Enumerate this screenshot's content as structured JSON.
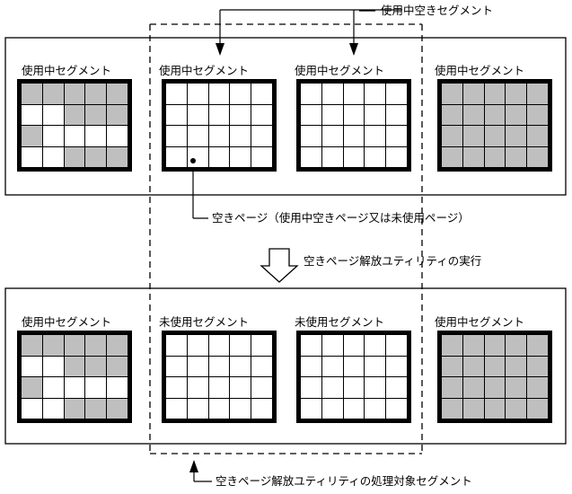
{
  "diagram": {
    "title_top_annotation": "使用中空きセグメント",
    "free_page_annotation": "空きページ（使用中空きページ又は未使用ページ）",
    "utility_run_annotation": "空きページ解放ユティリティの実行",
    "target_segment_annotation": "空きページ解放ユティリティの処理対象セグメント",
    "labels": {
      "in_use_segment": "使用中セグメント",
      "unused_segment": "未使用セグメント"
    },
    "colors": {
      "used_page": "#bfbfbf",
      "free_page": "#ffffff",
      "line": "#000000",
      "background": "#ffffff"
    },
    "grid": {
      "columns": 5,
      "rows": 4
    },
    "before": {
      "segments": [
        {
          "label": "使用中セグメント",
          "state": "in-use",
          "pages": [
            [
              "used",
              "used",
              "used",
              "used",
              "used"
            ],
            [
              "free",
              "free",
              "used",
              "used",
              "used"
            ],
            [
              "used",
              "free",
              "free",
              "free",
              "free"
            ],
            [
              "free",
              "free",
              "used",
              "used",
              "used"
            ]
          ]
        },
        {
          "label": "使用中セグメント",
          "state": "in-use-empty",
          "pages": [
            [
              "free",
              "free",
              "free",
              "free",
              "free"
            ],
            [
              "free",
              "free",
              "free",
              "free",
              "free"
            ],
            [
              "free",
              "free",
              "free",
              "free",
              "free"
            ],
            [
              "free",
              "free",
              "free",
              "free",
              "free"
            ]
          ]
        },
        {
          "label": "使用中セグメント",
          "state": "in-use-empty",
          "pages": [
            [
              "free",
              "free",
              "free",
              "free",
              "free"
            ],
            [
              "free",
              "free",
              "free",
              "free",
              "free"
            ],
            [
              "free",
              "free",
              "free",
              "free",
              "free"
            ],
            [
              "free",
              "free",
              "free",
              "free",
              "free"
            ]
          ]
        },
        {
          "label": "使用中セグメント",
          "state": "in-use",
          "pages": [
            [
              "used",
              "used",
              "used",
              "used",
              "used"
            ],
            [
              "used",
              "used",
              "used",
              "used",
              "used"
            ],
            [
              "used",
              "used",
              "used",
              "used",
              "used"
            ],
            [
              "used",
              "used",
              "used",
              "used",
              "used"
            ]
          ]
        }
      ]
    },
    "after": {
      "segments": [
        {
          "label": "使用中セグメント",
          "state": "in-use",
          "pages": [
            [
              "used",
              "used",
              "used",
              "used",
              "used"
            ],
            [
              "free",
              "free",
              "used",
              "used",
              "used"
            ],
            [
              "used",
              "free",
              "free",
              "free",
              "free"
            ],
            [
              "free",
              "free",
              "used",
              "used",
              "used"
            ]
          ]
        },
        {
          "label": "未使用セグメント",
          "state": "unused",
          "pages": [
            [
              "free",
              "free",
              "free",
              "free",
              "free"
            ],
            [
              "free",
              "free",
              "free",
              "free",
              "free"
            ],
            [
              "free",
              "free",
              "free",
              "free",
              "free"
            ],
            [
              "free",
              "free",
              "free",
              "free",
              "free"
            ]
          ]
        },
        {
          "label": "未使用セグメント",
          "state": "unused",
          "pages": [
            [
              "free",
              "free",
              "free",
              "free",
              "free"
            ],
            [
              "free",
              "free",
              "free",
              "free",
              "free"
            ],
            [
              "free",
              "free",
              "free",
              "free",
              "free"
            ],
            [
              "free",
              "free",
              "free",
              "free",
              "free"
            ]
          ]
        },
        {
          "label": "使用中セグメント",
          "state": "in-use",
          "pages": [
            [
              "used",
              "used",
              "used",
              "used",
              "used"
            ],
            [
              "used",
              "used",
              "used",
              "used",
              "used"
            ],
            [
              "used",
              "used",
              "used",
              "used",
              "used"
            ],
            [
              "used",
              "used",
              "used",
              "used",
              "used"
            ]
          ]
        }
      ]
    }
  }
}
